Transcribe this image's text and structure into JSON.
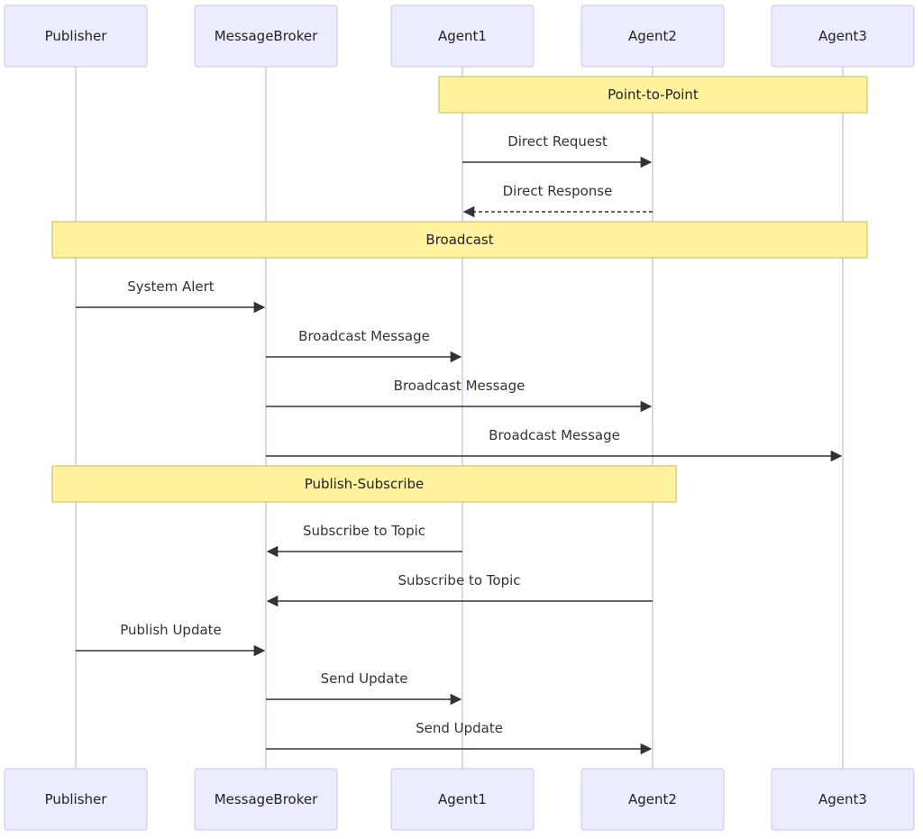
{
  "diagram": {
    "participants": [
      {
        "id": "publisher",
        "label": "Publisher"
      },
      {
        "id": "broker",
        "label": "MessageBroker"
      },
      {
        "id": "agent1",
        "label": "Agent1"
      },
      {
        "id": "agent2",
        "label": "Agent2"
      },
      {
        "id": "agent3",
        "label": "Agent3"
      }
    ],
    "notes": [
      {
        "id": "point-to-point",
        "label": "Point-to-Point"
      },
      {
        "id": "broadcast",
        "label": "Broadcast"
      },
      {
        "id": "publish-subscribe",
        "label": "Publish-Subscribe"
      }
    ],
    "messages": [
      {
        "from": "agent1",
        "to": "agent2",
        "label": "Direct Request",
        "style": "solid"
      },
      {
        "from": "agent2",
        "to": "agent1",
        "label": "Direct Response",
        "style": "dashed"
      },
      {
        "from": "publisher",
        "to": "broker",
        "label": "System Alert",
        "style": "solid"
      },
      {
        "from": "broker",
        "to": "agent1",
        "label": "Broadcast Message",
        "style": "solid"
      },
      {
        "from": "broker",
        "to": "agent2",
        "label": "Broadcast Message",
        "style": "solid"
      },
      {
        "from": "broker",
        "to": "agent3",
        "label": "Broadcast Message",
        "style": "solid"
      },
      {
        "from": "agent1",
        "to": "broker",
        "label": "Subscribe to Topic",
        "style": "solid"
      },
      {
        "from": "agent2",
        "to": "broker",
        "label": "Subscribe to Topic",
        "style": "solid"
      },
      {
        "from": "publisher",
        "to": "broker",
        "label": "Publish Update",
        "style": "solid"
      },
      {
        "from": "broker",
        "to": "agent1",
        "label": "Send Update",
        "style": "solid"
      },
      {
        "from": "broker",
        "to": "agent2",
        "label": "Send Update",
        "style": "solid"
      }
    ]
  }
}
